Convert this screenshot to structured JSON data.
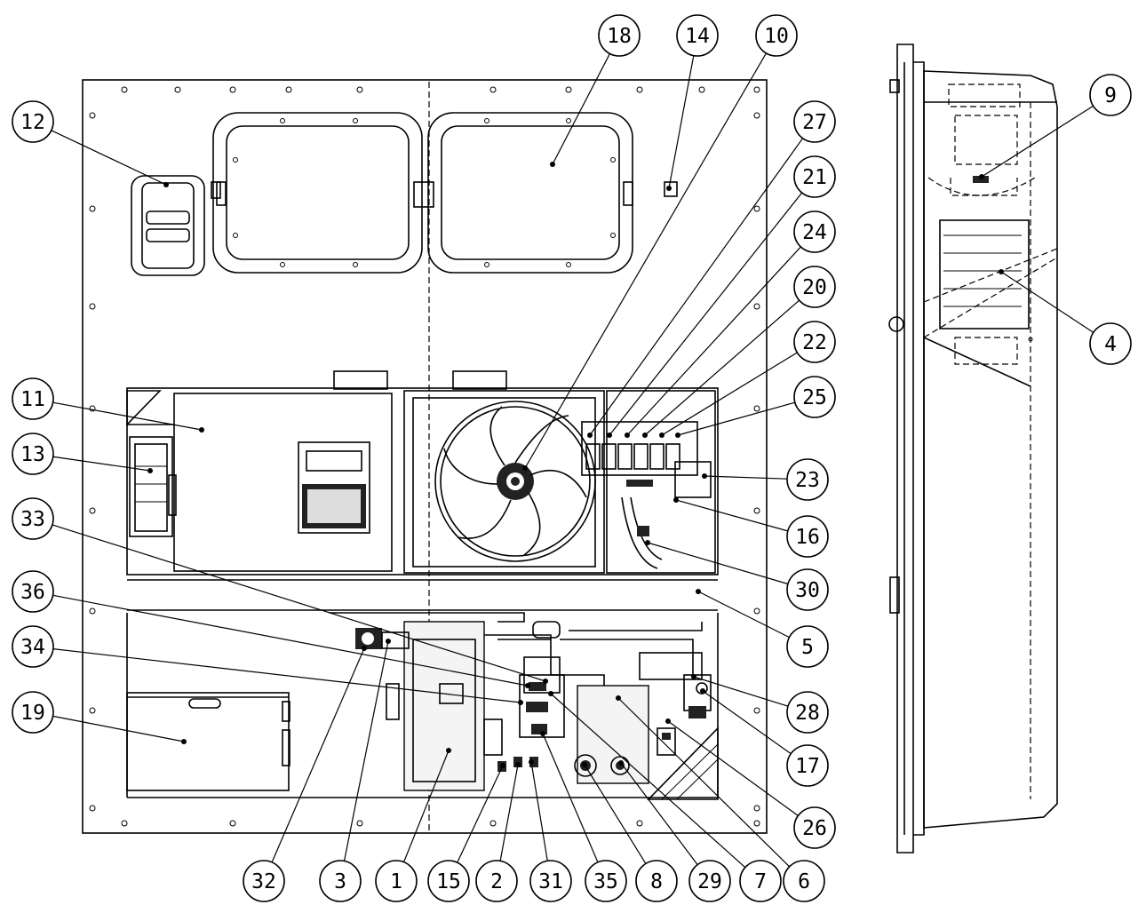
{
  "callouts": [
    {
      "id": "c12",
      "label": "12"
    },
    {
      "id": "c18",
      "label": "18"
    },
    {
      "id": "c14",
      "label": "14"
    },
    {
      "id": "c10",
      "label": "10"
    },
    {
      "id": "c27",
      "label": "27"
    },
    {
      "id": "c21",
      "label": "21"
    },
    {
      "id": "c24",
      "label": "24"
    },
    {
      "id": "c20",
      "label": "20"
    },
    {
      "id": "c22",
      "label": "22"
    },
    {
      "id": "c25",
      "label": "25"
    },
    {
      "id": "c23",
      "label": "23"
    },
    {
      "id": "c16",
      "label": "16"
    },
    {
      "id": "c30",
      "label": "30"
    },
    {
      "id": "c5",
      "label": "5"
    },
    {
      "id": "c28",
      "label": "28"
    },
    {
      "id": "c17",
      "label": "17"
    },
    {
      "id": "c26",
      "label": "26"
    },
    {
      "id": "c11",
      "label": "11"
    },
    {
      "id": "c13",
      "label": "13"
    },
    {
      "id": "c33",
      "label": "33"
    },
    {
      "id": "c36",
      "label": "36"
    },
    {
      "id": "c34",
      "label": "34"
    },
    {
      "id": "c19",
      "label": "19"
    },
    {
      "id": "c32",
      "label": "32"
    },
    {
      "id": "c3",
      "label": "3"
    },
    {
      "id": "c1",
      "label": "1"
    },
    {
      "id": "c15",
      "label": "15"
    },
    {
      "id": "c2",
      "label": "2"
    },
    {
      "id": "c31",
      "label": "31"
    },
    {
      "id": "c35",
      "label": "35"
    },
    {
      "id": "c8",
      "label": "8"
    },
    {
      "id": "c29",
      "label": "29"
    },
    {
      "id": "c7",
      "label": "7"
    },
    {
      "id": "c6",
      "label": "6"
    },
    {
      "id": "c9",
      "label": "9"
    },
    {
      "id": "c4",
      "label": "4"
    }
  ]
}
